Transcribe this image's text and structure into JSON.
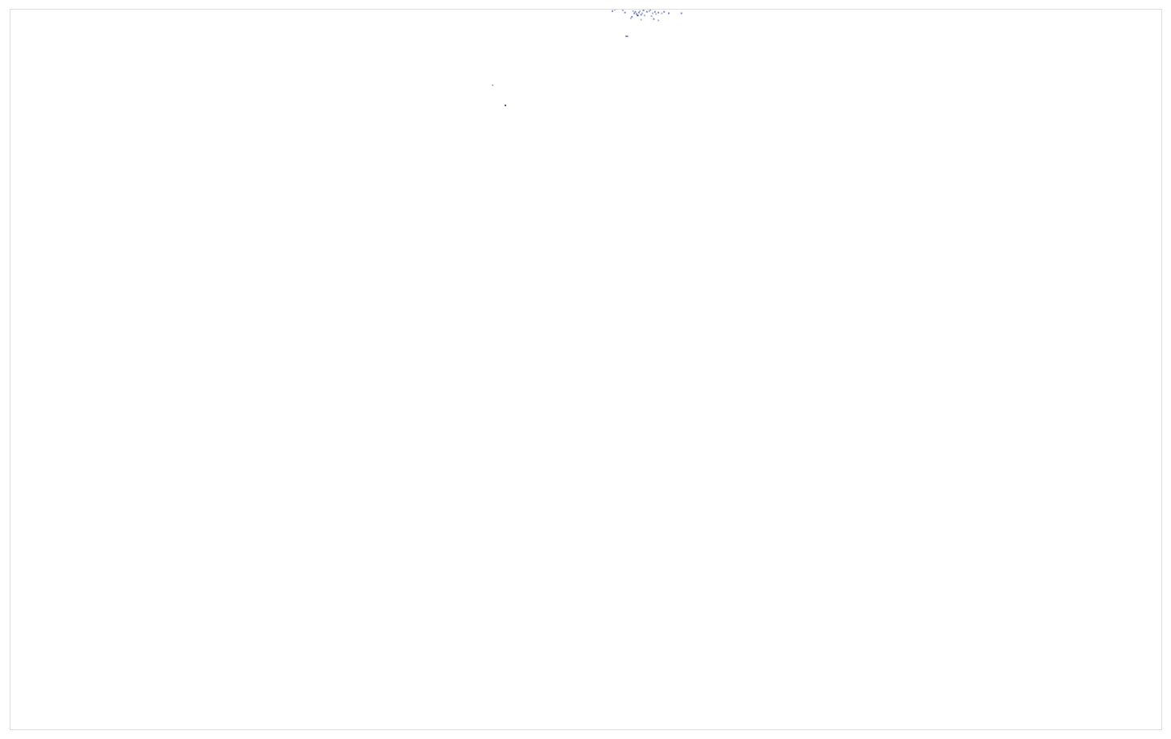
{
  "chart_data": {
    "type": "scatter",
    "title": "",
    "xlabel": "",
    "ylabel": "",
    "xlim": [
      0,
      1000
    ],
    "ylim": [
      0,
      1000
    ],
    "grid": false,
    "legend": "none",
    "colors": {
      "point_light": "#aab1d8",
      "point_mid": "#8088c4",
      "point_dark": "#3d4a8a",
      "frame": "#dcdde1"
    },
    "series": [
      {
        "points": [
          {
            "x": 523,
            "y": 998,
            "tone": "point_mid"
          },
          {
            "x": 525,
            "y": 1000,
            "tone": "point_light"
          },
          {
            "x": 532,
            "y": 999,
            "tone": "point_light"
          },
          {
            "x": 534,
            "y": 996,
            "tone": "point_mid"
          },
          {
            "x": 541,
            "y": 998,
            "tone": "point_light"
          },
          {
            "x": 542,
            "y": 995,
            "tone": "point_mid"
          },
          {
            "x": 543,
            "y": 997,
            "tone": "point_mid"
          },
          {
            "x": 544,
            "y": 994,
            "tone": "point_mid"
          },
          {
            "x": 545,
            "y": 992,
            "tone": "point_dark"
          },
          {
            "x": 546,
            "y": 996,
            "tone": "point_mid"
          },
          {
            "x": 547,
            "y": 998,
            "tone": "point_light"
          },
          {
            "x": 548,
            "y": 993,
            "tone": "point_mid"
          },
          {
            "x": 549,
            "y": 995,
            "tone": "point_light"
          },
          {
            "x": 550,
            "y": 999,
            "tone": "point_mid"
          },
          {
            "x": 551,
            "y": 992,
            "tone": "point_light"
          },
          {
            "x": 553,
            "y": 997,
            "tone": "point_mid"
          },
          {
            "x": 555,
            "y": 998,
            "tone": "point_light"
          },
          {
            "x": 556,
            "y": 1000,
            "tone": "point_mid"
          },
          {
            "x": 558,
            "y": 995,
            "tone": "point_light"
          },
          {
            "x": 560,
            "y": 997,
            "tone": "point_mid"
          },
          {
            "x": 561,
            "y": 994,
            "tone": "point_light"
          },
          {
            "x": 563,
            "y": 996,
            "tone": "point_mid"
          },
          {
            "x": 566,
            "y": 995,
            "tone": "point_light"
          },
          {
            "x": 568,
            "y": 997,
            "tone": "point_mid"
          },
          {
            "x": 572,
            "y": 995,
            "tone": "point_mid"
          },
          {
            "x": 583,
            "y": 995,
            "tone": "point_mid"
          },
          {
            "x": 540,
            "y": 990,
            "tone": "point_mid"
          },
          {
            "x": 539,
            "y": 988,
            "tone": "point_light"
          },
          {
            "x": 559,
            "y": 987,
            "tone": "point_mid"
          },
          {
            "x": 557,
            "y": 991,
            "tone": "point_light"
          },
          {
            "x": 563,
            "y": 985,
            "tone": "point_light"
          },
          {
            "x": 548,
            "y": 986,
            "tone": "point_light"
          },
          {
            "x": 535,
            "y": 963,
            "tone": "point_mid"
          },
          {
            "x": 536,
            "y": 963,
            "tone": "point_mid"
          },
          {
            "x": 419,
            "y": 895,
            "tone": "point_light"
          },
          {
            "x": 430,
            "y": 867,
            "tone": "point_dark"
          }
        ]
      }
    ]
  }
}
